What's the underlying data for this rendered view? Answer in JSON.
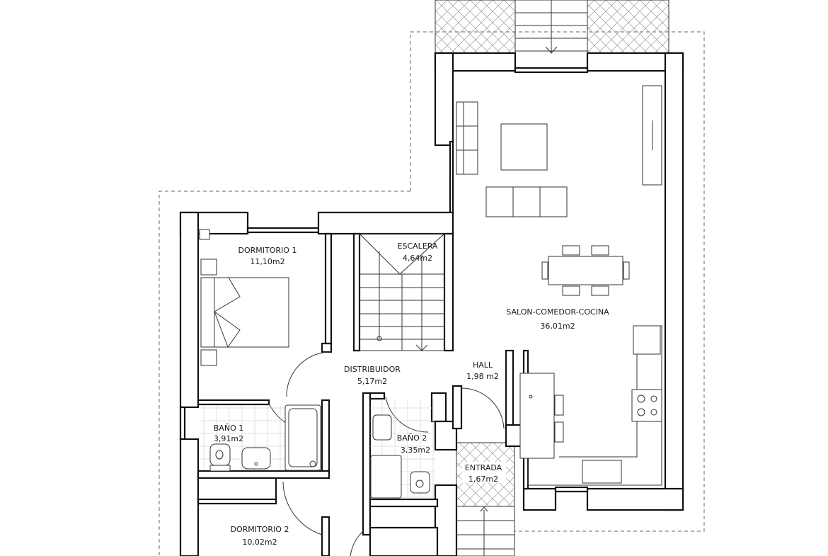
{
  "title": "Planta baja",
  "rooms": {
    "dormitorio1": {
      "name": "DORMITORIO 1",
      "area": "11,10m2"
    },
    "escalera": {
      "name": "ESCALERA",
      "area": "4,64m2"
    },
    "salon": {
      "name": "SALON-COMEDOR-COCINA",
      "area": "36,01m2"
    },
    "distribuidor": {
      "name": "DISTRIBUIDOR",
      "area": "5,17m2"
    },
    "hall": {
      "name": "HALL",
      "area": "1,98 m2"
    },
    "bano1": {
      "name": "BAÑO 1",
      "area": "3,91m2"
    },
    "bano2": {
      "name": "BAÑO 2",
      "area": "3,35m2"
    },
    "entrada": {
      "name": "ENTRADA",
      "area": "1,67m2"
    },
    "dormitorio2": {
      "name": "DORMITORIO 2",
      "area": "10,02m2"
    }
  },
  "colors": {
    "wall": "#111111",
    "line": "#333333",
    "background": "#ffffff"
  }
}
